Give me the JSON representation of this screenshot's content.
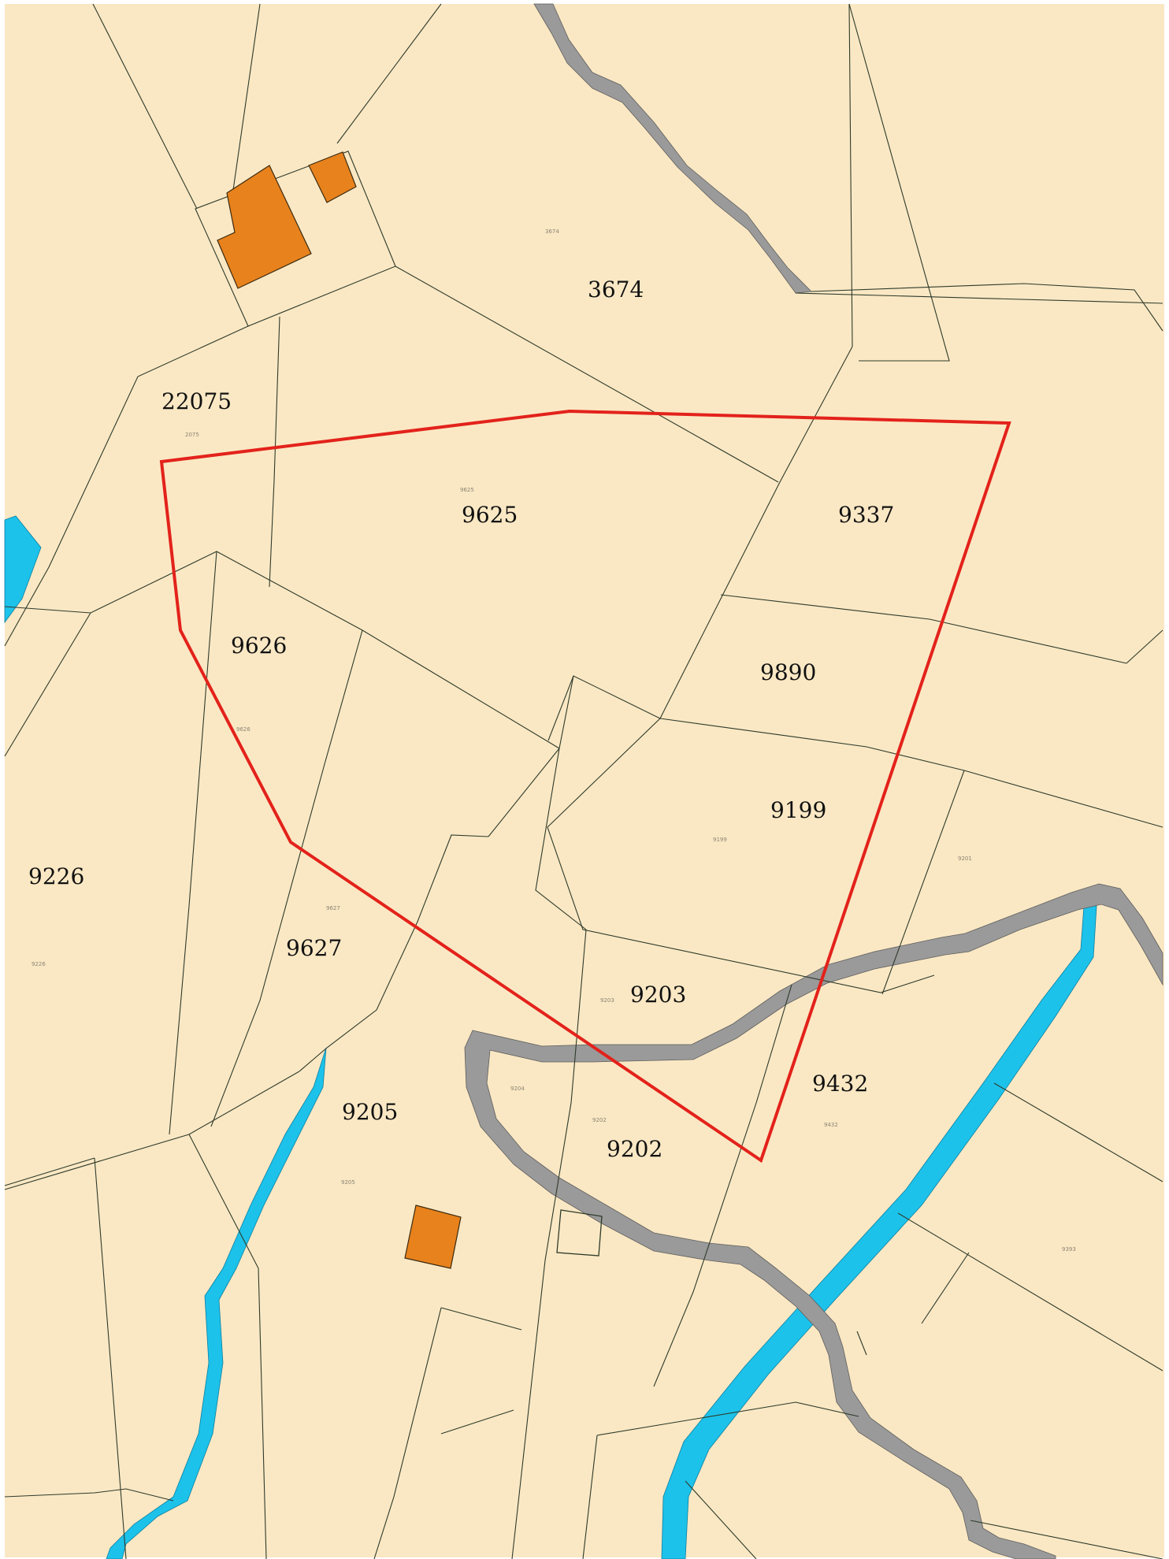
{
  "map": {
    "colors": {
      "parcel": "#fae8c4",
      "parcel_border": "#2e3a2a",
      "road": "#9a9a9a",
      "water": "#1cc2ea",
      "building": "#e8821c",
      "boundary": "#e3221b"
    },
    "parcels": [
      {
        "id": "p-3674",
        "number": "3674"
      },
      {
        "id": "p-22075",
        "number": "22075"
      },
      {
        "id": "p-9625",
        "number": "9625"
      },
      {
        "id": "p-9337",
        "number": "9337"
      },
      {
        "id": "p-9626",
        "number": "9626"
      },
      {
        "id": "p-9890",
        "number": "9890"
      },
      {
        "id": "p-9199",
        "number": "9199"
      },
      {
        "id": "p-9226",
        "number": "9226"
      },
      {
        "id": "p-9627",
        "number": "9627"
      },
      {
        "id": "p-9203",
        "number": "9203"
      },
      {
        "id": "p-9432",
        "number": "9432"
      },
      {
        "id": "p-9205",
        "number": "9205"
      },
      {
        "id": "p-9202",
        "number": "9202"
      }
    ]
  }
}
